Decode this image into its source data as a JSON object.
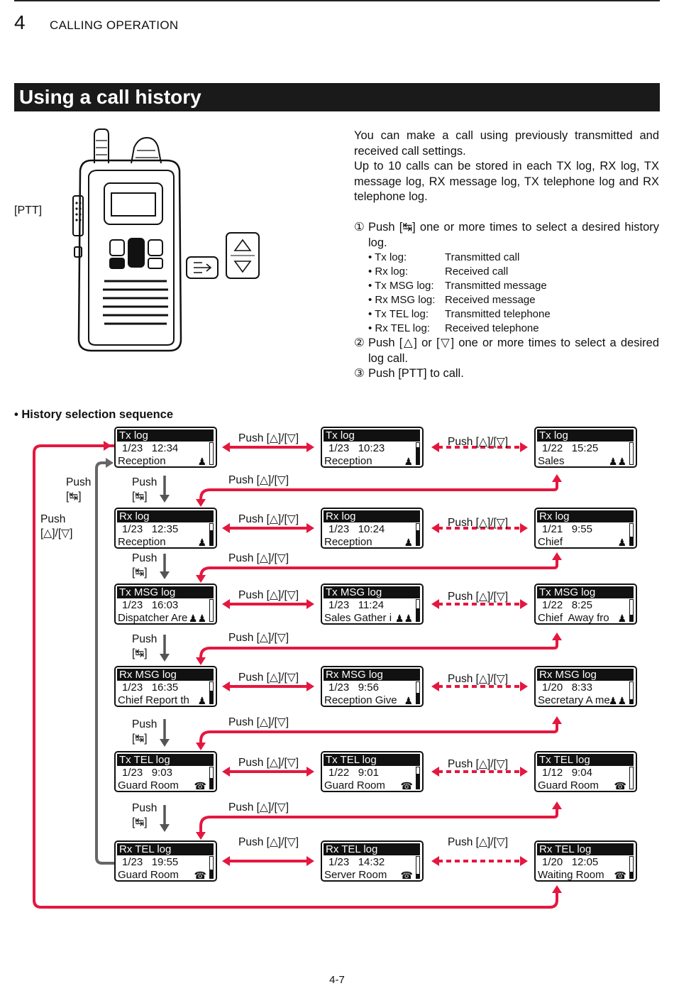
{
  "chapter": {
    "number": "4",
    "title": "CALLING OPERATION"
  },
  "section_title": "Using a call history",
  "ptt_label": "[PTT]",
  "intro": {
    "p1": "You can make a call using previously transmitted and received call settings.",
    "p2": "Up to 10 calls can be stored in each TX log, RX log, TX message log, RX message log, TX telephone log and RX telephone log."
  },
  "steps": {
    "s1_num": "①",
    "s1_text": "Push [↹] one or more times to select a desired history log.",
    "s2_num": "②",
    "s2_text": "Push [△] or [▽] one or more times to select a desired log call.",
    "s3_num": "③",
    "s3_text": "Push [PTT] to call."
  },
  "bullets": [
    {
      "k": "• Tx log:",
      "v": "Transmitted call"
    },
    {
      "k": "• Rx log:",
      "v": "Received call"
    },
    {
      "k": "• Tx MSG log:",
      "v": "Transmitted message"
    },
    {
      "k": "• Rx MSG log:",
      "v": "Received message"
    },
    {
      "k": "• Tx TEL log:",
      "v": "Transmitted telephone"
    },
    {
      "k": "• Rx TEL log:",
      "v": "Received telephone"
    }
  ],
  "sequence_title": "• History selection sequence",
  "labels": {
    "push_updown": "Push [△]/[▽]",
    "push": "Push",
    "push_key": "[↹]",
    "updown": "[△]/[▽]"
  },
  "rows": [
    {
      "cells": [
        {
          "title": "Tx log",
          "date": "1/23",
          "time": "12:34",
          "name": "Reception",
          "icon": "person-icon",
          "level": 0
        },
        {
          "title": "Tx log",
          "date": "1/23",
          "time": "10:23",
          "name": "Reception",
          "icon": "person-icon",
          "level": 0.8
        },
        {
          "title": "Tx log",
          "date": "1/22",
          "time": "15:25",
          "name": "Sales",
          "icon": "group-icon",
          "level": 0
        }
      ]
    },
    {
      "cells": [
        {
          "title": "Rx log",
          "date": "1/23",
          "time": "12:35",
          "name": "Reception",
          "icon": "person-icon",
          "level": 0.7
        },
        {
          "title": "Rx log",
          "date": "1/23",
          "time": "10:24",
          "name": "Reception",
          "icon": "person-icon",
          "level": 0.7
        },
        {
          "title": "Rx log",
          "date": "1/21",
          "time": "9:55",
          "name": "Chief",
          "icon": "person-icon",
          "level": 0.4
        }
      ]
    },
    {
      "cells": [
        {
          "title": "Tx MSG log",
          "date": "1/23",
          "time": "16:03",
          "name": "Dispatcher Are",
          "icon": "group-icon",
          "level": 0
        },
        {
          "title": "Tx MSG log",
          "date": "1/23",
          "time": "11:24",
          "name": "Sales Gather i",
          "icon": "group-icon",
          "level": 0.6
        },
        {
          "title": "Tx MSG log",
          "date": "1/22",
          "time": "8:25",
          "name": "Chief  Away fro",
          "icon": "person-icon",
          "level": 0.3
        }
      ]
    },
    {
      "cells": [
        {
          "title": "Rx MSG log",
          "date": "1/23",
          "time": "16:35",
          "name": "Chief Report th",
          "icon": "person-icon",
          "level": 0.6
        },
        {
          "title": "Rx MSG log",
          "date": "1/23",
          "time": "9:56",
          "name": "Reception Give",
          "icon": "person-icon",
          "level": 0.5
        },
        {
          "title": "Rx MSG log",
          "date": "1/20",
          "time": "8:33",
          "name": "Secretary A me",
          "icon": "group-icon",
          "level": 0.2
        }
      ]
    },
    {
      "cells": [
        {
          "title": "Tx TEL log",
          "date": "1/23",
          "time": "9:03",
          "name": "Guard Room",
          "icon": "phone-icon",
          "level": 0.5
        },
        {
          "title": "Tx TEL log",
          "date": "1/22",
          "time": "9:01",
          "name": "Guard Room",
          "icon": "phone-icon",
          "level": 0.7
        },
        {
          "title": "Tx TEL log",
          "date": "1/12",
          "time": "9:04",
          "name": "Guard Room",
          "icon": "phone-icon",
          "level": 0
        }
      ]
    },
    {
      "cells": [
        {
          "title": "Rx TEL log",
          "date": "1/23",
          "time": "19:55",
          "name": "Guard Room",
          "icon": "phone-icon",
          "level": 0.4
        },
        {
          "title": "Rx TEL log",
          "date": "1/23",
          "time": "14:32",
          "name": "Server Room",
          "icon": "phone-icon",
          "level": 0.2
        },
        {
          "title": "Rx TEL log",
          "date": "1/20",
          "time": "12:05",
          "name": "Waiting Room",
          "icon": "phone-icon",
          "level": 0.3
        }
      ]
    }
  ],
  "colors": {
    "arrow": "#e4173f",
    "gray": "#666666",
    "lcd": "#111111"
  },
  "page_number": "4-7"
}
